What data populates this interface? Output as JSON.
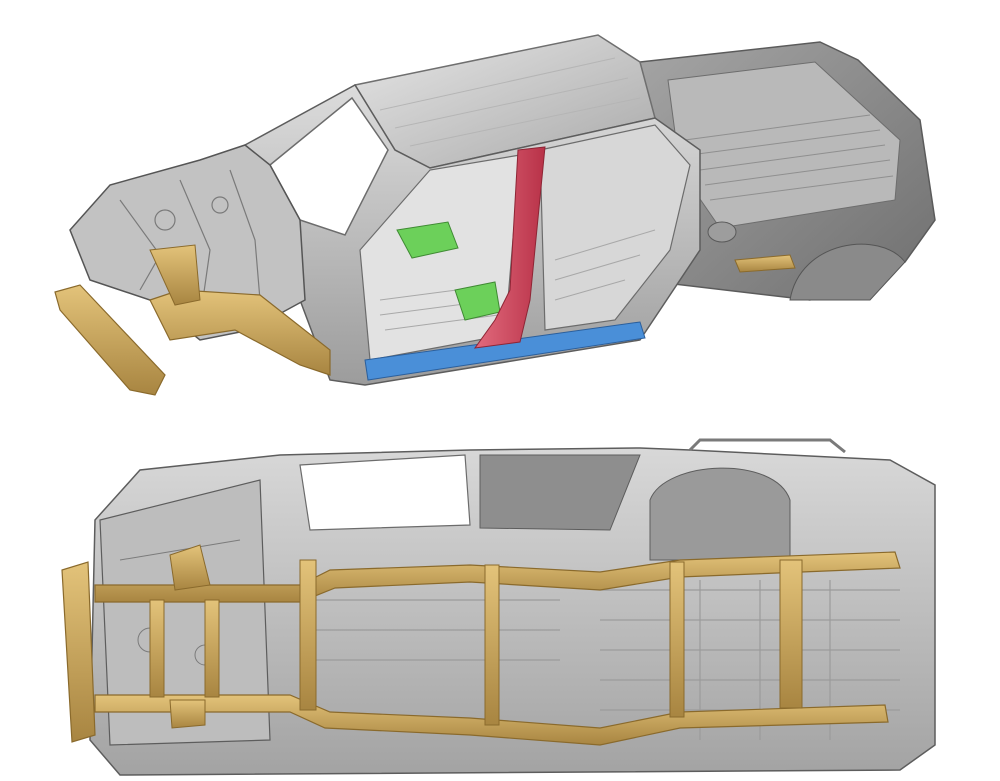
{
  "scene": {
    "views": [
      {
        "view": "upper",
        "subject": "pickup-body-in-white-three-quarter"
      },
      {
        "view": "lower",
        "subject": "pickup-body-and-ladder-frame-underside"
      }
    ]
  },
  "colors": {
    "background": "#ffffff",
    "body_grey": "#c9c9c9",
    "body_shadow": "#8e8e8e",
    "body_dark": "#6c6c6c",
    "frame_gold": "#cfaa5e",
    "frame_gold_shadow": "#9e7d3b",
    "pillar_red": "#d2485e",
    "sill_blue": "#4a8fd8",
    "panel_green": "#6cd05a"
  }
}
